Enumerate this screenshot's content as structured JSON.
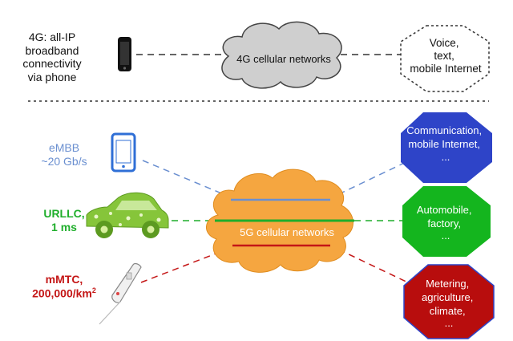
{
  "top": {
    "generation_label_lines": [
      "4G: all-IP",
      "broadband",
      "connectivity",
      "via phone"
    ],
    "cloud_label": "4G cellular networks",
    "services_lines": [
      "Voice,",
      "text,",
      "mobile Internet"
    ]
  },
  "bottom": {
    "cloud_label": "5G cellular networks",
    "embb": {
      "name": "eMBB",
      "rate": "~20 Gb/s",
      "color": "#6a8fd0"
    },
    "urllc": {
      "name": "URLLC,",
      "latency": "1 ms",
      "color": "#1fae2b"
    },
    "mmtc": {
      "name": "mMTC,",
      "density": "200,000/km",
      "density_exp": "2",
      "color": "#c41616"
    },
    "targets": [
      {
        "lines": [
          "Communication,",
          "mobile Internet,",
          "..."
        ],
        "fill": "#2e44c8"
      },
      {
        "lines": [
          "Automobile,",
          "factory,",
          "..."
        ],
        "fill": "#14b51e"
      },
      {
        "lines": [
          "Metering,",
          "agriculture,",
          "climate,",
          "..."
        ],
        "fill": "#b80d0d"
      }
    ]
  },
  "colors": {
    "cloud_4g": "#cfcfcf",
    "cloud_5g": "#f5a640",
    "divider": "#333333"
  },
  "icons": [
    "smartphone-icon",
    "tablet-phone-icon",
    "eco-car-icon",
    "sensor-device-icon"
  ]
}
